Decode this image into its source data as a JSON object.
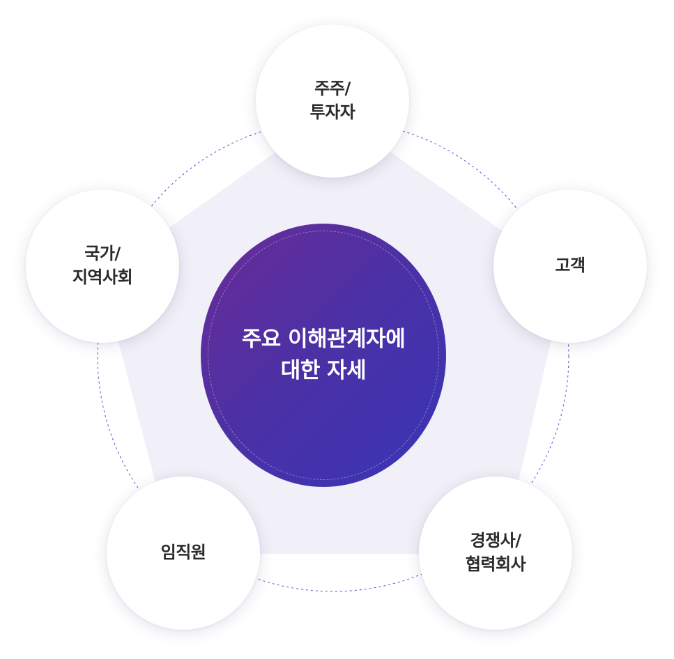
{
  "center": {
    "label": "주요 이해관계자에\n대한 자세"
  },
  "stakeholders": [
    {
      "id": "shareholders",
      "label": "주주/\n투자자"
    },
    {
      "id": "customers",
      "label": "고객"
    },
    {
      "id": "competitors",
      "label": "경쟁사/\n협력회사"
    },
    {
      "id": "employees",
      "label": "임직원"
    },
    {
      "id": "community",
      "label": "국가/\n지역사회"
    }
  ],
  "colors": {
    "pentagon_fill": "#f1eff7",
    "orbit_dash": "#5a4fd0",
    "center_gradient_start": "#6a2b97",
    "center_gradient_end": "#3934b6",
    "node_text": "#2a2a2a",
    "center_text": "#ffffff"
  }
}
